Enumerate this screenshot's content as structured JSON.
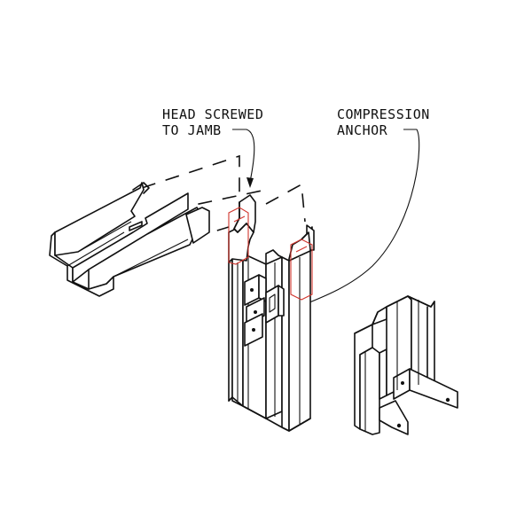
{
  "labels": {
    "head_screwed_line1": "HEAD SCREWED",
    "head_screwed_line2": "TO JAMB",
    "compression_line1": "COMPRESSION",
    "compression_line2": "ANCHOR"
  },
  "colors": {
    "line": "#111111",
    "highlight": "#d0342c",
    "background": "#ffffff"
  }
}
